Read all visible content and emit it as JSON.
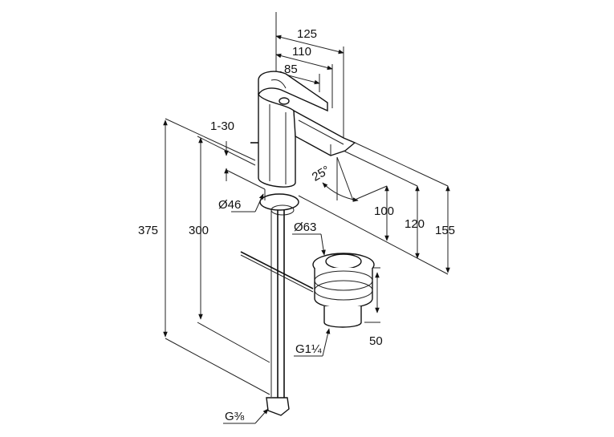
{
  "dimensions": {
    "d125": "125",
    "d110": "110",
    "d85": "85",
    "d1_30": "1-30",
    "d375": "375",
    "d300": "300",
    "d25deg": "25°",
    "d46": "Ø46",
    "d63": "Ø63",
    "d100": "100",
    "d120": "120",
    "d155": "155",
    "d50": "50",
    "g114": "G1¼",
    "g38": "G⅜"
  }
}
